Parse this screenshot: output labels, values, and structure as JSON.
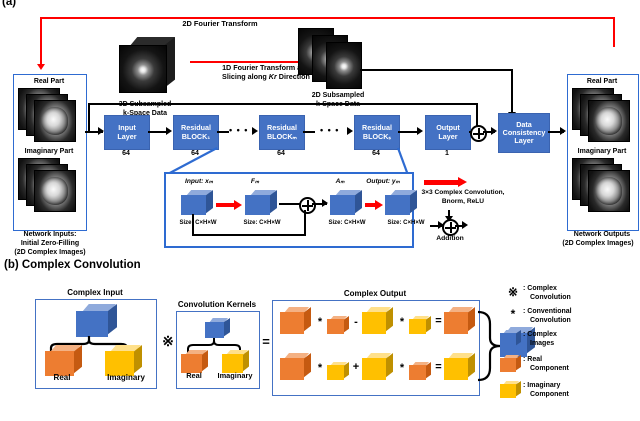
{
  "figure": {
    "panel_a_label": "(a)",
    "panel_b_label": "(b) Complex Convolution"
  },
  "panel_a": {
    "transform_labels": {
      "fourier_2d": "2D Fourier Transform",
      "fourier_1d": "1D Fourier Transform and Slicing along Kr Direction"
    },
    "kspace_3d_caption": "3D Subsampled\nk-Space Data",
    "kspace_3d_line1": "3D Subsampled",
    "kspace_3d_line2": "k-Space Data",
    "kspace_2d_line1": "2D Subsampled",
    "kspace_2d_line2": "k-Space Data",
    "inputs": {
      "real_label": "Real Part",
      "imaginary_label": "Imaginary Part",
      "caption_line1": "Network Inputs:",
      "caption_line2": "Initial Zero-Filling",
      "caption_line3": "(2D Complex Images)"
    },
    "outputs": {
      "real_label": "Real Part",
      "imaginary_label": "Imaginary Part",
      "caption_line1": "Network Outputs",
      "caption_line2": "(2D Complex Images)"
    },
    "network_blocks": [
      {
        "line1": "Input",
        "line2": "Layer",
        "channels": "64"
      },
      {
        "line1": "Residual",
        "line2": "BLOCK₁",
        "channels": "64"
      },
      {
        "line1": "Residual",
        "line2": "BLOCKₘ",
        "channels": "64"
      },
      {
        "line1": "Residual",
        "line2": "BLOCKₛ",
        "channels": "64"
      },
      {
        "line1": "Output",
        "line2": "Layer",
        "channels": "1"
      }
    ],
    "data_consistency": {
      "line1": "Data",
      "line2": "Consistency",
      "line3": "Layer"
    },
    "ellipsis": "• • •",
    "residual_detail": {
      "input_label": "Input: xₘ",
      "f_label": "Fₘ",
      "a_label": "Aₘ",
      "output_label": "Output: yₘ",
      "size_input": "Size: C×H×W",
      "size_f": "Size: C×H×W",
      "size_a": "Size: C×H×W",
      "size_output": "Size: C×H×W"
    },
    "legend": {
      "conv_line1": "3×3 Complex Convolution,",
      "conv_line2": "Bnorm, ReLU",
      "addition": "Addition"
    }
  },
  "panel_b": {
    "complex_input_title": "Complex Input",
    "kernels_title": "Convolution Kernels",
    "complex_output_title": "Complex Output",
    "real_label": "Real",
    "imaginary_label": "Imaginary",
    "kernel_real_label": "Real",
    "kernel_imaginary_label": "Imaginary",
    "complex_conv_symbol": "※",
    "conventional_conv_symbol": "*",
    "equals_symbol": "=",
    "minus_symbol": "-",
    "plus_symbol": "+",
    "equation_row1": [
      "*",
      "-",
      "*",
      "="
    ],
    "equation_row2": [
      "*",
      "+",
      "*",
      "="
    ],
    "legend": [
      {
        "symbol": "※",
        "colon": ":",
        "line1": "Complex",
        "line2": "Convolution",
        "type": "symbol"
      },
      {
        "symbol": "*",
        "colon": ":",
        "line1": "Conventional",
        "line2": "Convolution",
        "type": "symbol"
      },
      {
        "symbol": "",
        "colon": ":",
        "line1": "Complex",
        "line2": "Images",
        "type": "cube",
        "color": "#4472C4"
      },
      {
        "symbol": "",
        "colon": ":",
        "line1": "Real",
        "line2": "Component",
        "type": "cube",
        "color": "#ED7D31"
      },
      {
        "symbol": "",
        "colon": ":",
        "line1": "Imaginary",
        "line2": "Component",
        "type": "cube",
        "color": "#FFC000"
      }
    ]
  },
  "colors": {
    "block_blue": "#4472C4",
    "frame_blue": "#2E6BD1",
    "real_orange": "#ED7D31",
    "imag_yellow": "#FFC000",
    "arrow_red": "#FF0000",
    "line_black": "#000000"
  }
}
